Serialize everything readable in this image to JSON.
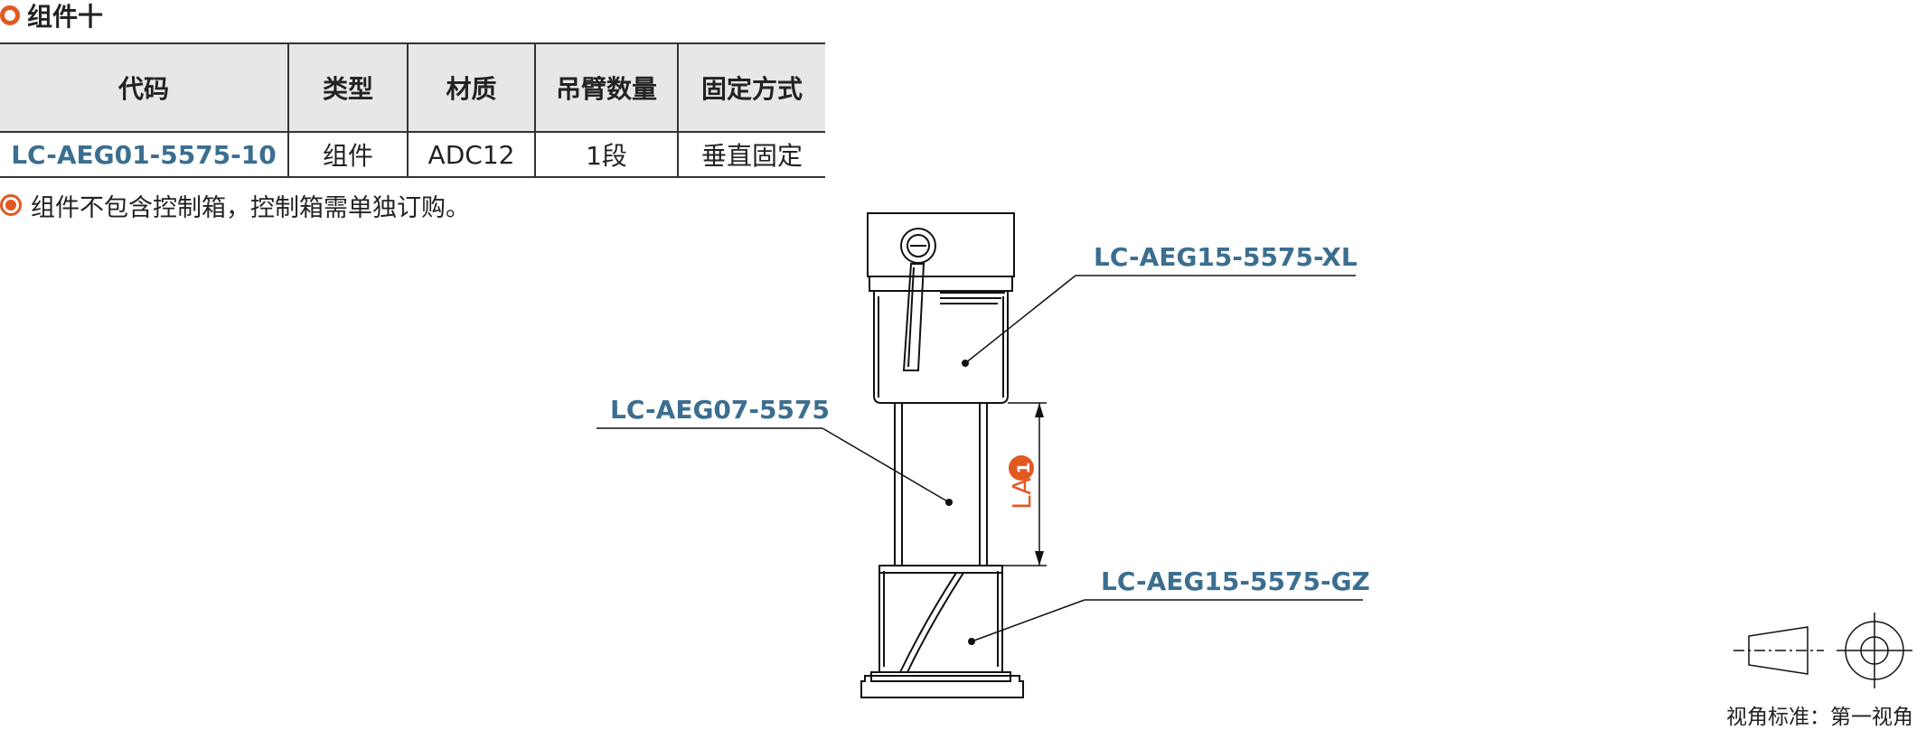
{
  "section": {
    "title": "组件十"
  },
  "table": {
    "headers": [
      "代码",
      "类型",
      "材质",
      "吊臂数量",
      "固定方式"
    ],
    "rows": [
      [
        "LC-AEG01-5575-10",
        "组件",
        "ADC12",
        "1段",
        "垂直固定"
      ]
    ]
  },
  "note": "组件不包含控制箱，控制箱需单独订购。",
  "drawing": {
    "labels": {
      "top": "LC-AEG15-5575-XL",
      "middle": "LC-AEG07-5575",
      "bottom": "LC-AEG15-5575-GZ"
    },
    "dimension": {
      "text": "LA",
      "badge": "1"
    }
  },
  "view_standard": "视角标准：第一视角",
  "colors": {
    "accent": "#e2581f",
    "label_blue": "#3b6e8f",
    "header_bg": "#e7e7e7"
  }
}
